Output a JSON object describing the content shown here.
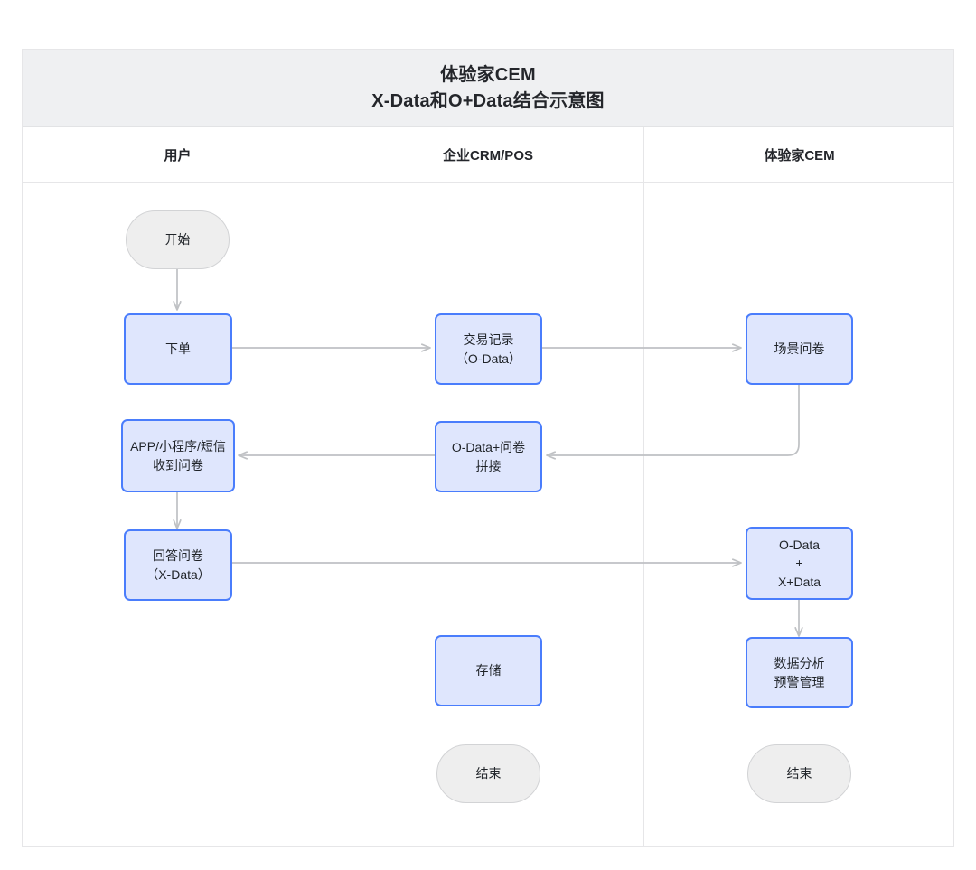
{
  "diagram": {
    "title_line1": "体验家CEM",
    "title_line2": "X-Data和O+Data结合示意图",
    "colors": {
      "process_fill": "#dfe6fd",
      "process_border": "#4a7dfc",
      "terminator_fill": "#eeeeee",
      "terminator_border": "#d2d3d5",
      "connector": "#bfc1c4",
      "title_band": "#eff0f2",
      "frame_border": "#e6e6e8"
    },
    "lanes": [
      {
        "id": "user",
        "label": "用户"
      },
      {
        "id": "crm_pos",
        "label": "企业CRM/POS"
      },
      {
        "id": "cem",
        "label": "体验家CEM"
      }
    ],
    "nodes": [
      {
        "id": "start",
        "lane": "user",
        "type": "terminator",
        "label": "开始"
      },
      {
        "id": "place_order",
        "lane": "user",
        "type": "process",
        "label": "下单"
      },
      {
        "id": "receive_q",
        "lane": "user",
        "type": "process",
        "label": "APP/小程序/短信\n收到问卷"
      },
      {
        "id": "answer_q",
        "lane": "user",
        "type": "process",
        "label": "回答问卷\n（X-Data）"
      },
      {
        "id": "txn_record",
        "lane": "crm_pos",
        "type": "process",
        "label": "交易记录\n（O-Data）"
      },
      {
        "id": "odata_merge",
        "lane": "crm_pos",
        "type": "process",
        "label": "O-Data+问卷\n拼接"
      },
      {
        "id": "storage",
        "lane": "crm_pos",
        "type": "process",
        "label": "存储"
      },
      {
        "id": "end_crm",
        "lane": "crm_pos",
        "type": "terminator",
        "label": "结束"
      },
      {
        "id": "scene_q",
        "lane": "cem",
        "type": "process",
        "label": "场景问卷"
      },
      {
        "id": "odata_xdata",
        "lane": "cem",
        "type": "process",
        "label": "O-Data\n+\nX+Data"
      },
      {
        "id": "analysis",
        "lane": "cem",
        "type": "process",
        "label": "数据分析\n预警管理"
      },
      {
        "id": "end_cem",
        "lane": "cem",
        "type": "terminator",
        "label": "结束"
      }
    ],
    "edges": [
      {
        "from": "start",
        "to": "place_order",
        "direction": "down"
      },
      {
        "from": "place_order",
        "to": "txn_record",
        "direction": "right"
      },
      {
        "from": "txn_record",
        "to": "scene_q",
        "direction": "right"
      },
      {
        "from": "scene_q",
        "to": "odata_merge",
        "direction": "down-left"
      },
      {
        "from": "odata_merge",
        "to": "receive_q",
        "direction": "left"
      },
      {
        "from": "receive_q",
        "to": "answer_q",
        "direction": "down"
      },
      {
        "from": "answer_q",
        "to": "odata_xdata",
        "direction": "right"
      },
      {
        "from": "odata_xdata",
        "to": "analysis",
        "direction": "down"
      }
    ]
  }
}
